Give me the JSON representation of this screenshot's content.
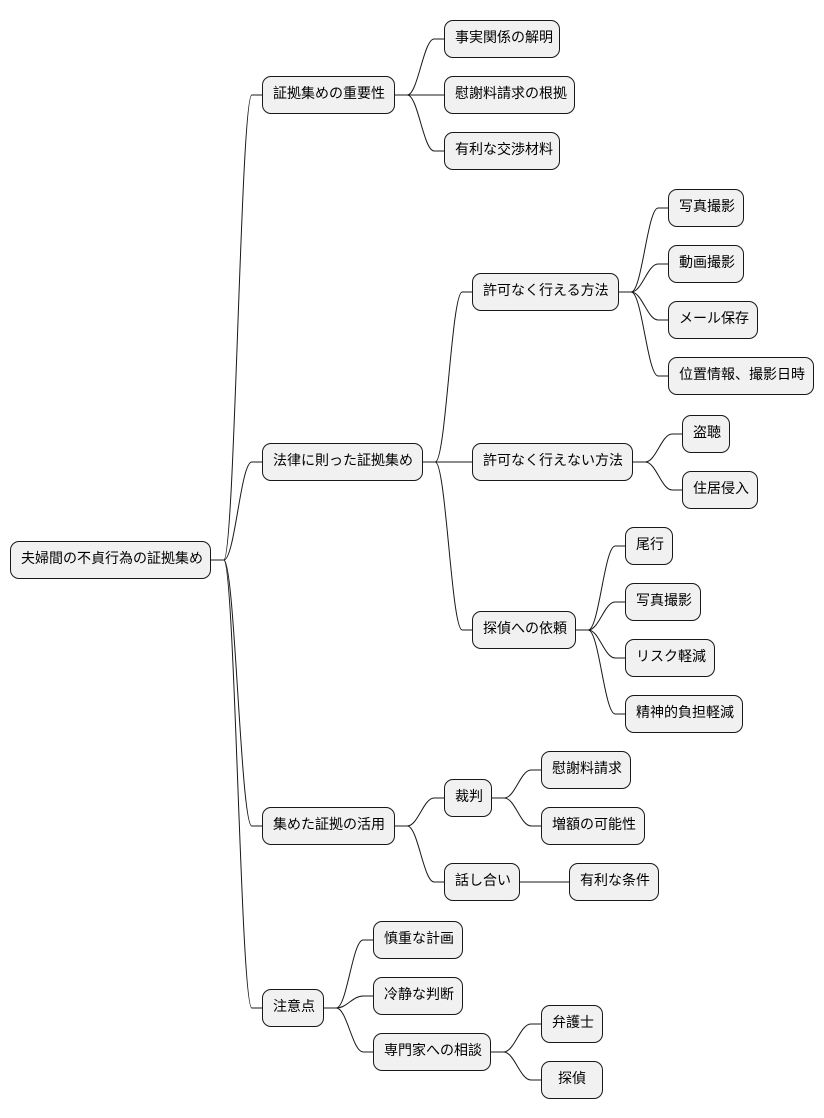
{
  "root": {
    "id": "root",
    "label": "夫婦間の不貞行為の証拠集め",
    "children": [
      {
        "id": "importance",
        "label": "証拠集めの重要性",
        "children": [
          {
            "id": "imp-1",
            "label": "事実関係の解明"
          },
          {
            "id": "imp-2",
            "label": "慰謝料請求の根拠"
          },
          {
            "id": "imp-3",
            "label": "有利な交渉材料"
          }
        ]
      },
      {
        "id": "legal",
        "label": "法律に則った証拠集め",
        "children": [
          {
            "id": "allowed",
            "label": "許可なく行える方法",
            "children": [
              {
                "id": "allowed-1",
                "label": "写真撮影"
              },
              {
                "id": "allowed-2",
                "label": "動画撮影"
              },
              {
                "id": "allowed-3",
                "label": "メール保存"
              },
              {
                "id": "allowed-4",
                "label": "位置情報、撮影日時"
              }
            ]
          },
          {
            "id": "forbidden",
            "label": "許可なく行えない方法",
            "children": [
              {
                "id": "forbidden-1",
                "label": "盗聴"
              },
              {
                "id": "forbidden-2",
                "label": "住居侵入"
              }
            ]
          },
          {
            "id": "detective",
            "label": "探偵への依頼",
            "children": [
              {
                "id": "detective-1",
                "label": "尾行"
              },
              {
                "id": "detective-2",
                "label": "写真撮影"
              },
              {
                "id": "detective-3",
                "label": "リスク軽減"
              },
              {
                "id": "detective-4",
                "label": "精神的負担軽減"
              }
            ]
          }
        ]
      },
      {
        "id": "usage",
        "label": "集めた証拠の活用",
        "children": [
          {
            "id": "trial",
            "label": "裁判",
            "children": [
              {
                "id": "trial-1",
                "label": "慰謝料請求"
              },
              {
                "id": "trial-2",
                "label": "増額の可能性"
              }
            ]
          },
          {
            "id": "talk",
            "label": "話し合い",
            "children": [
              {
                "id": "talk-1",
                "label": "有利な条件"
              }
            ]
          }
        ]
      },
      {
        "id": "caution",
        "label": "注意点",
        "children": [
          {
            "id": "caution-1",
            "label": "慎重な計画"
          },
          {
            "id": "caution-2",
            "label": "冷静な判断"
          },
          {
            "id": "caution-3",
            "label": "専門家への相談",
            "children": [
              {
                "id": "caution-3-1",
                "label": "弁護士"
              },
              {
                "id": "caution-3-2",
                "label": "探偵"
              }
            ]
          }
        ]
      }
    ]
  }
}
